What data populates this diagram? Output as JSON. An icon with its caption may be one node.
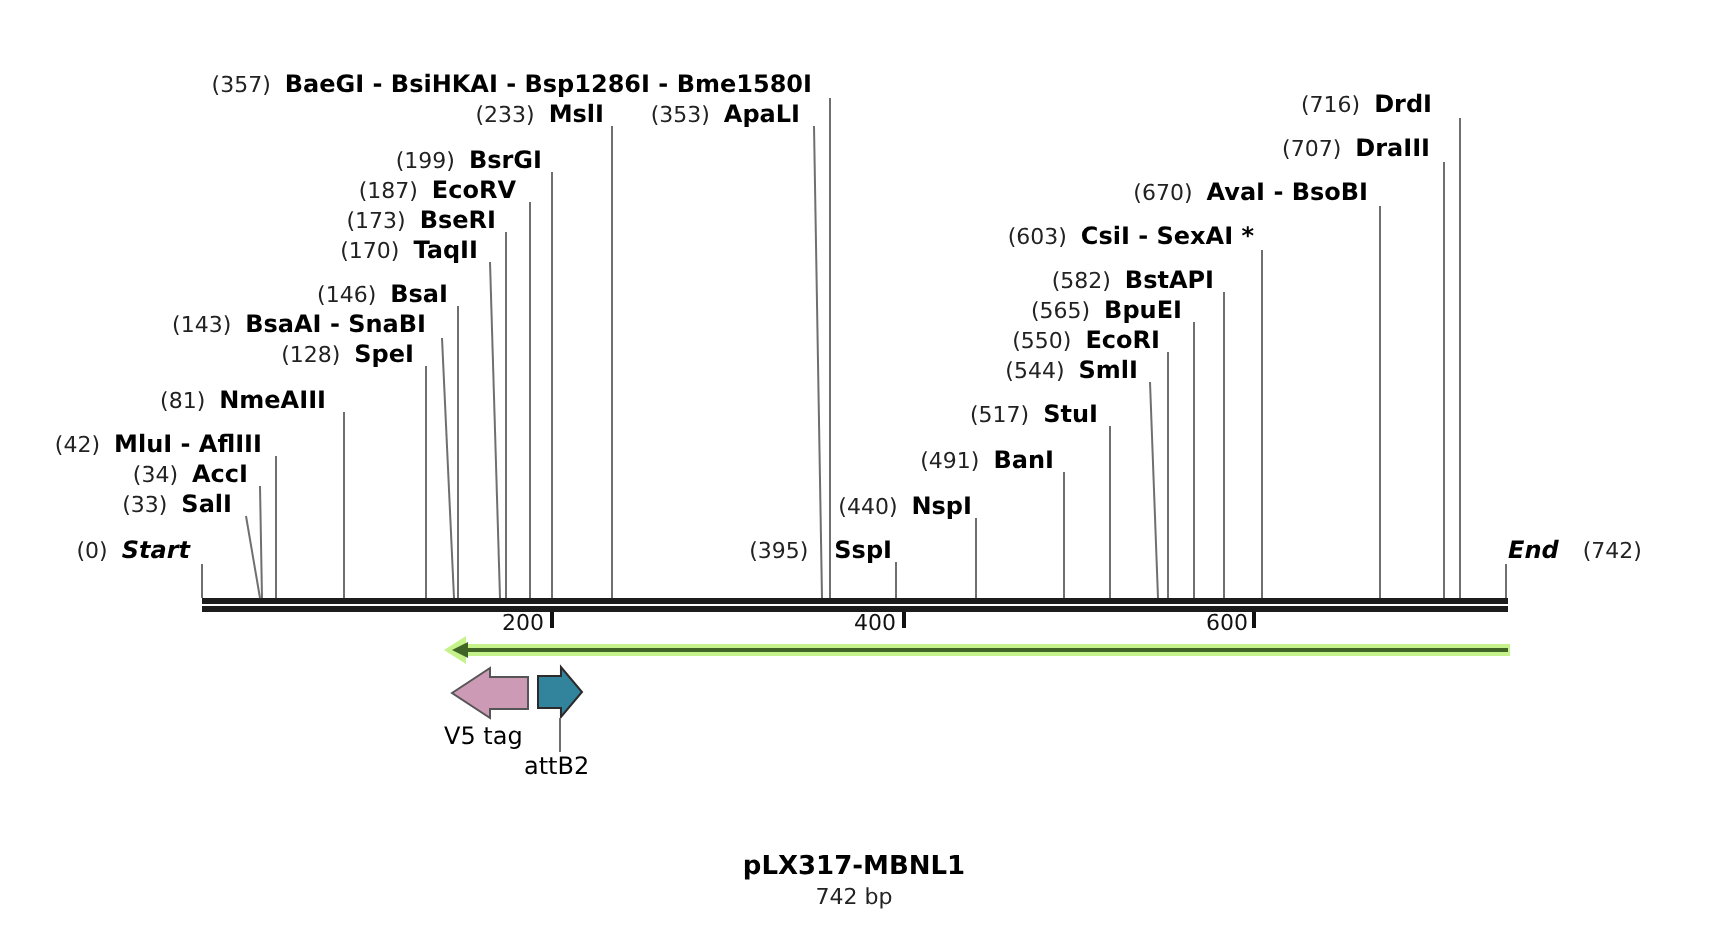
{
  "diagram": {
    "title": "pLX317-MBNL1",
    "caption": "742 bp",
    "nodes": [
      {
        "text": [],
        "shape": "bar"
      },
      {
        "text": [
          "(0)",
          "Start"
        ]
      },
      {
        "text": [
          "(33)",
          "SalI"
        ]
      },
      {
        "text": [
          "(34)",
          "AccI"
        ]
      },
      {
        "text": [
          "(42)",
          "MluI - AflIII"
        ]
      },
      {
        "text": [
          "(81)",
          "NmeAIII"
        ]
      },
      {
        "text": [
          "(128)",
          "SpeI"
        ]
      },
      {
        "text": [
          "(143)",
          "BsaAI - SnaBI"
        ]
      },
      {
        "text": [
          "(146)",
          "BsaI"
        ]
      },
      {
        "text": [
          "(170)",
          "TaqII"
        ]
      },
      {
        "text": [
          "(173)",
          "BseRI"
        ]
      },
      {
        "text": [
          "(187)",
          "EcoRV"
        ]
      },
      {
        "text": [
          "(199)",
          "BsrGI"
        ]
      },
      {
        "text": [
          "(233)",
          "MslI"
        ]
      },
      {
        "text": [
          "(353)",
          "ApaLI"
        ]
      },
      {
        "text": [
          "(357)",
          "BaeGI - BsiHKAI - Bsp1286I - Bme1580I"
        ]
      },
      {
        "text": [
          "(395)",
          "SspI"
        ]
      },
      {
        "text": [
          "(440)",
          "NspI"
        ]
      },
      {
        "text": [
          "(491)",
          "BanI"
        ]
      },
      {
        "text": [
          "(517)",
          "StuI"
        ]
      },
      {
        "text": [
          "(544)",
          "SmlI"
        ]
      },
      {
        "text": [
          "(550)",
          "EcoRI"
        ]
      },
      {
        "text": [
          "(565)",
          "BpuEI"
        ]
      },
      {
        "text": [
          "(582)",
          "BstAPI"
        ]
      },
      {
        "text": [
          "(603)",
          "CsiI - SexAI *"
        ]
      },
      {
        "text": [
          "(670)",
          "AvaI - BsoBI"
        ]
      },
      {
        "text": [
          "(707)",
          "DraIII"
        ]
      },
      {
        "text": [
          "(716)",
          "DrdI"
        ]
      },
      {
        "text": [
          "End",
          "(742)"
        ]
      },
      {
        "text": [],
        "shape": "arrow"
      },
      {
        "text": [
          "V5 tag"
        ]
      },
      {
        "text": [],
        "shape": "arrow"
      },
      {
        "text": [
          "attB2"
        ]
      }
    ],
    "edges": [
      {
        "from": 1,
        "to": 0,
        "arrow": "none"
      },
      {
        "from": 2,
        "to": 0,
        "arrow": "none"
      },
      {
        "from": 3,
        "to": 0,
        "arrow": "none"
      },
      {
        "from": 4,
        "to": 0,
        "arrow": "none"
      },
      {
        "from": 5,
        "to": 0,
        "arrow": "none"
      },
      {
        "from": 6,
        "to": 0,
        "arrow": "none"
      },
      {
        "from": 7,
        "to": 0,
        "arrow": "none"
      },
      {
        "from": 8,
        "to": 0,
        "arrow": "none"
      },
      {
        "from": 9,
        "to": 0,
        "arrow": "none"
      },
      {
        "from": 10,
        "to": 0,
        "arrow": "none"
      },
      {
        "from": 11,
        "to": 0,
        "arrow": "none"
      },
      {
        "from": 12,
        "to": 0,
        "arrow": "none"
      },
      {
        "from": 13,
        "to": 0,
        "arrow": "none"
      },
      {
        "from": 14,
        "to": 0,
        "arrow": "none"
      },
      {
        "from": 15,
        "to": 0,
        "arrow": "none"
      },
      {
        "from": 16,
        "to": 0,
        "arrow": "none"
      },
      {
        "from": 17,
        "to": 0,
        "arrow": "none"
      },
      {
        "from": 18,
        "to": 0,
        "arrow": "none"
      },
      {
        "from": 19,
        "to": 0,
        "arrow": "none"
      },
      {
        "from": 20,
        "to": 0,
        "arrow": "none"
      },
      {
        "from": 21,
        "to": 0,
        "arrow": "none"
      },
      {
        "from": 22,
        "to": 0,
        "arrow": "none"
      },
      {
        "from": 23,
        "to": 0,
        "arrow": "none"
      },
      {
        "from": 24,
        "to": 0,
        "arrow": "none"
      },
      {
        "from": 25,
        "to": 0,
        "arrow": "none"
      },
      {
        "from": 26,
        "to": 0,
        "arrow": "none"
      },
      {
        "from": 27,
        "to": 0,
        "arrow": "none"
      },
      {
        "from": 28,
        "to": 0,
        "arrow": "none"
      },
      {
        "from": 32,
        "to": 31,
        "arrow": "none"
      }
    ],
    "labels": [
      "200",
      "400",
      "600"
    ]
  }
}
